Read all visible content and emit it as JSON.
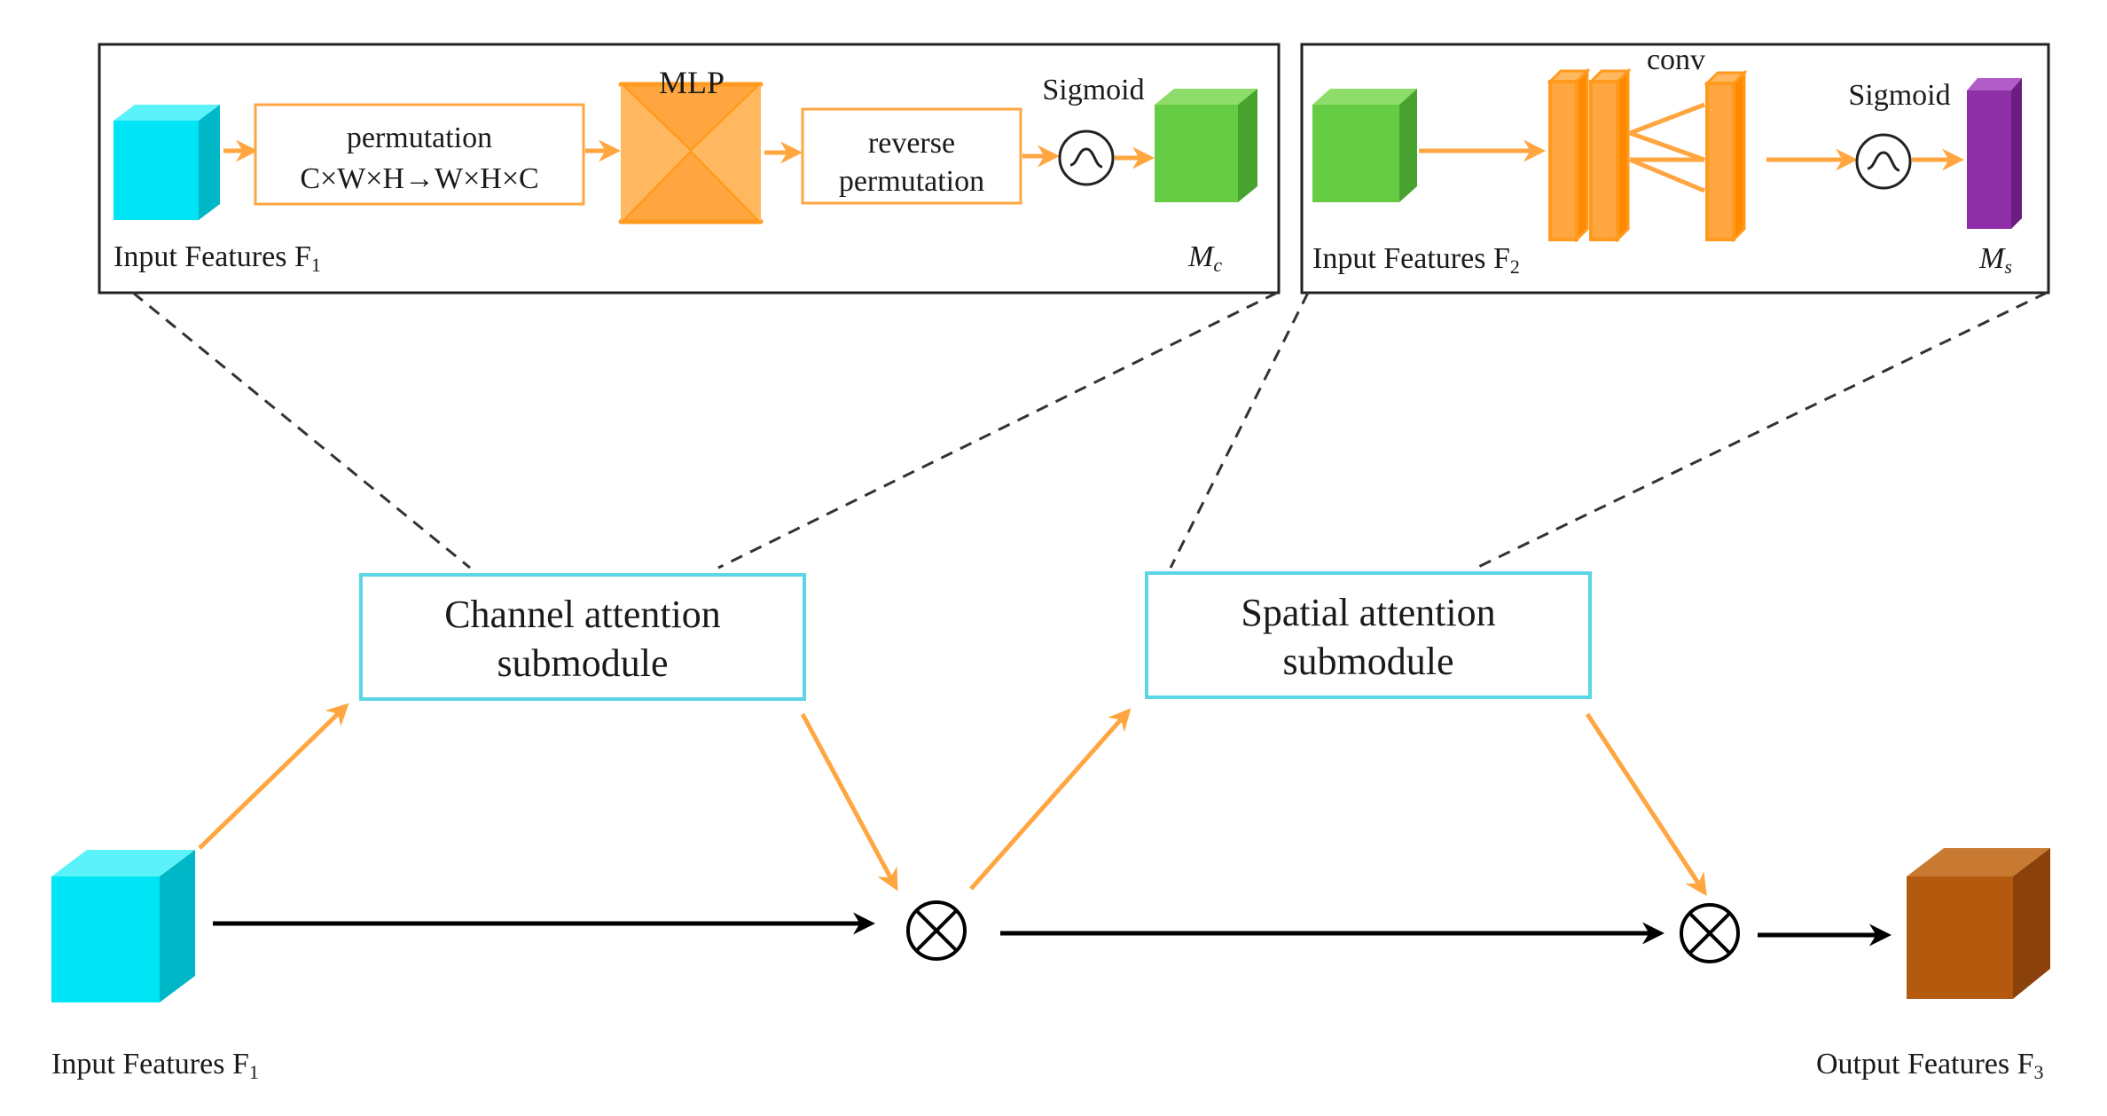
{
  "colors": {
    "cyan": "#00E5F5",
    "cyan_top": "#5CF2FA",
    "cyan_side": "#00B7C8",
    "green": "#66CC44",
    "green_top": "#8EDD6A",
    "green_side": "#48A32E",
    "purple": "#8E2FA8",
    "purple_top": "#B25CC9",
    "purple_side": "#6A1E80",
    "brown": "#B35A0F",
    "brown_top": "#C87A32",
    "brown_side": "#8A420A",
    "orange": "#FFA640",
    "conv_orange": "#FF9A1E",
    "submodule_border": "#5CD6E6",
    "panel_border": "#222222",
    "arrow_black": "#000000"
  },
  "channel_panel": {
    "input_label": "Input Features F",
    "input_label_sub": "1",
    "permutation_line1": "permutation",
    "permutation_line2": "C×W×H→W×H×C",
    "mlp_label": "MLP",
    "reverse_line1": "reverse",
    "reverse_line2": "permutation",
    "sigmoid_label": "Sigmoid",
    "output_label": "M",
    "output_label_sub": "c"
  },
  "spatial_panel": {
    "input_label": "Input Features F",
    "input_label_sub": "2",
    "conv_label": "conv",
    "sigmoid_label": "Sigmoid",
    "output_label": "M",
    "output_label_sub": "s"
  },
  "main": {
    "channel_line1": "Channel attention",
    "channel_line2": "submodule",
    "spatial_line1": "Spatial attention",
    "spatial_line2": "submodule",
    "multiply_symbol": "⊗",
    "input_label": "Input Features F",
    "input_label_sub": "1",
    "output_label": "Output Features F",
    "output_label_sub": "3"
  }
}
